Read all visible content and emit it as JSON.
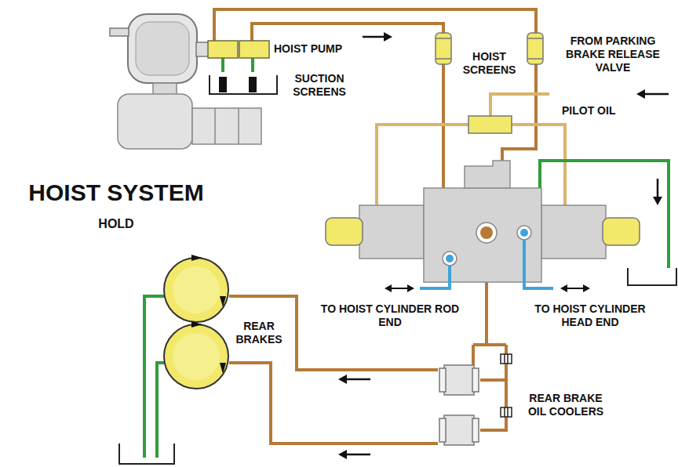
{
  "diagram": {
    "title": "HOIST SYSTEM",
    "nodes": [
      {
        "text": [
          "HOIST PUMP"
        ]
      },
      {
        "text": [
          "SUCTION SCREENS"
        ]
      },
      {
        "text": [
          "HOIST SCREENS"
        ]
      },
      {
        "text": [
          "REAR BRAKES"
        ]
      },
      {
        "text": [
          "REAR BRAKE OIL COOLERS"
        ]
      }
    ],
    "edges": [
      {
        "from": 0,
        "to": 2,
        "arrow": "none"
      },
      {
        "from": 0,
        "to": 2,
        "arrow": "none"
      },
      {
        "from": 1,
        "to": 0,
        "arrow": "none"
      },
      {
        "from": 1,
        "to": 0,
        "arrow": "none"
      },
      {
        "from": 4,
        "to": 3,
        "arrow": "none"
      },
      {
        "from": 4,
        "to": 3,
        "arrow": "none"
      }
    ],
    "labels": [
      "HOLD",
      "FROM PARKING BRAKE RELEASE VALVE",
      "PILOT OIL",
      "TO HOIST CYLINDER ROD END",
      "TO HOIST CYLINDER HEAD END"
    ]
  }
}
